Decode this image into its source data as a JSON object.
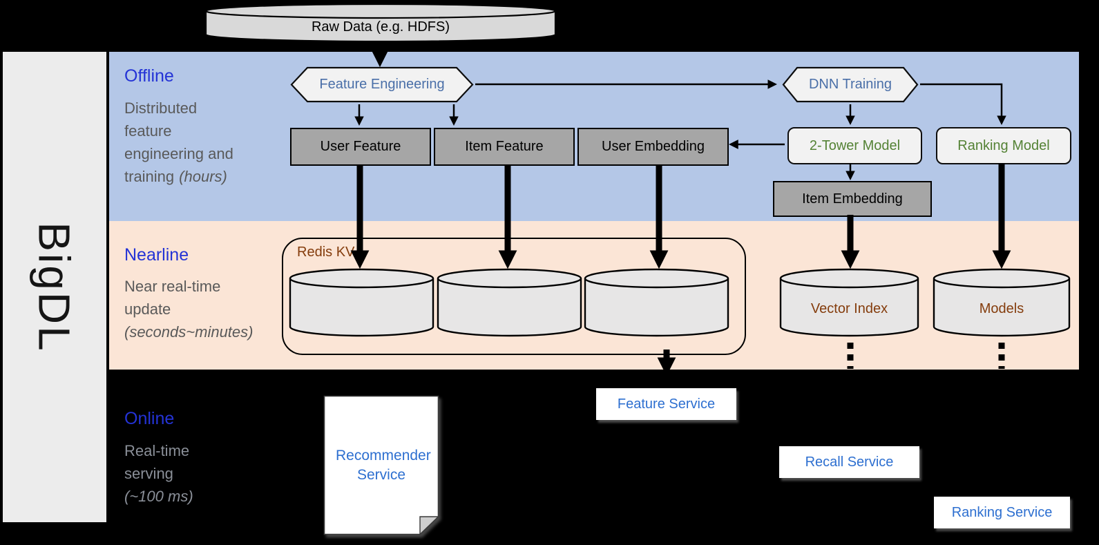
{
  "brand": {
    "label": "BigDL"
  },
  "source": {
    "label": "Raw Data (e.g. HDFS)"
  },
  "bands": {
    "offline": {
      "label": "Offline",
      "line1": "Distributed",
      "line2": "feature",
      "line3": "engineering and",
      "line4": "training",
      "line4_italic": "(hours)"
    },
    "nearline": {
      "label": "Nearline",
      "line1": "Near real-time",
      "line2": "update",
      "line3_italic": "(seconds~minutes)"
    },
    "online": {
      "label": "Online",
      "line1": "Real-time",
      "line2": "serving",
      "line3_italic": "(~100 ms)"
    }
  },
  "nodes": {
    "feature_engineering": "Feature Engineering",
    "dnn_training": "DNN Training",
    "user_feature": "User Feature",
    "item_feature": "Item Feature",
    "user_embedding": "User Embedding",
    "two_tower_model": "2-Tower Model",
    "ranking_model": "Ranking Model",
    "item_embedding": "Item Embedding"
  },
  "stores": {
    "redis_kv": "Redis KV",
    "vector_index": "Vector Index",
    "models": "Models"
  },
  "services": {
    "feature_service": "Feature Service",
    "recommender_service": "Recommender Service",
    "recall_service": "Recall Service",
    "ranking_service": "Ranking Service"
  },
  "colors": {
    "background": "#000000",
    "sidebar_bg": "#ececec",
    "offline_band": "#b4c7e7",
    "nearline_band": "#fbe5d6",
    "band_label": "#2433d6",
    "desc_text": "#595959",
    "online_desc_text": "#8a8f98",
    "process_text": "#4a6fa8",
    "model_text": "#548235",
    "store_text": "#843c0c",
    "service_text": "#2d6fd0",
    "box_dark": "#a6a6a6",
    "box_light": "#f2f2f2",
    "cylinder_fill": "#e7e6e6",
    "raw_cylinder_fill": "#d9d9d9"
  }
}
